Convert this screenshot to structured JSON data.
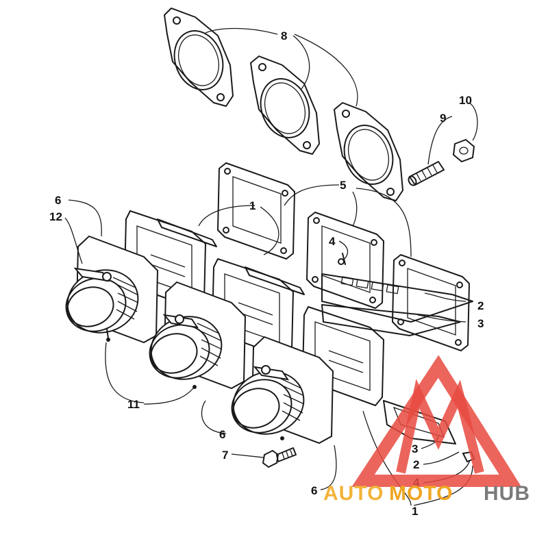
{
  "callouts": {
    "c1_top": "1",
    "c1_bottom": "1",
    "c2_right": "2",
    "c2_bottom": "2",
    "c3_right": "3",
    "c3_bottom": "3",
    "c4_upper": "4",
    "c4_bottom": "4",
    "c5": "5",
    "c6_top": "6",
    "c6_mid": "6",
    "c6_bottom": "6",
    "c7": "7",
    "c8": "8",
    "c9": "9",
    "c10": "10",
    "c11": "11",
    "c12": "12"
  },
  "watermark": {
    "word_auto": "AUTO",
    "word_moto": "MOTO",
    "word_hub": "HUB",
    "colors": {
      "red": "#e84a3f",
      "yellow": "#f2b33a",
      "orange": "#f0a623",
      "gray": "#7a7a7a"
    }
  }
}
